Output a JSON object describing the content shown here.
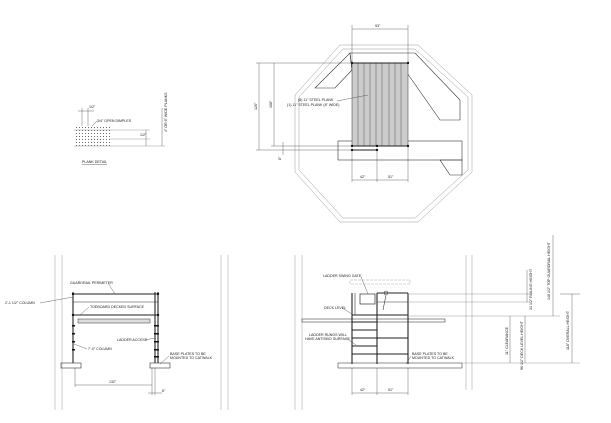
{
  "plank_detail": {
    "top_dim": "1/2\"",
    "dimples": "3/4\" OPEN DIMPLES",
    "thickness_dim": "1/2\"",
    "width_note": "4\" OR 6\" WIDE PLANKS",
    "title": "PLANK DETAIL"
  },
  "plan_view": {
    "top_width": "93\"",
    "plank_note_1": "(8) 11\" STEEL PLANK",
    "plank_note_2": "(1) 11\" STEEL PLANK (8\" WIDE)",
    "overall_depth": "126\"",
    "plank_depth": "108\"",
    "offset": "8\"",
    "bottom_left": "42\"",
    "bottom_right": "51\""
  },
  "front_elevation": {
    "guardrail": "GUARDRAIL PERIMETER",
    "column_upper": "2'-1 1/2\" COLUMN",
    "toeboard": "TOEBOARD DECKED SURFACE",
    "ladder": "LADDER ACCESS",
    "column_lower": "7'-0\" COLUMN",
    "base_plates_1": "BASE PLATES TO BE",
    "base_plates_2": "MOUNTED TO CATWALK",
    "width": "132\"",
    "offset": "6\""
  },
  "side_elevation": {
    "swing_gate": "LADDER SWING GATE",
    "deck_level": "DECK LEVEL",
    "rungs_1": "LADDER RUNGS WILL",
    "rungs_2": "HAVE ANTISKID SURFACE",
    "base_plates_1": "BASE PLATES TO BE",
    "base_plates_2": "MOUNTED TO CATWALK",
    "bottom_left": "42\"",
    "bottom_right": "51\"",
    "railing_height": "31 1/2\" RAILING HEIGHT",
    "top_guardrail": "148 1/2\" TOP GUARDRAIL HEIGHT",
    "clearance": "11\" CLEARANCE",
    "deck_height": "96 1/2\" DECK LEVEL HEIGHT",
    "overall_height": "118\" OVERALL HEIGHT"
  }
}
